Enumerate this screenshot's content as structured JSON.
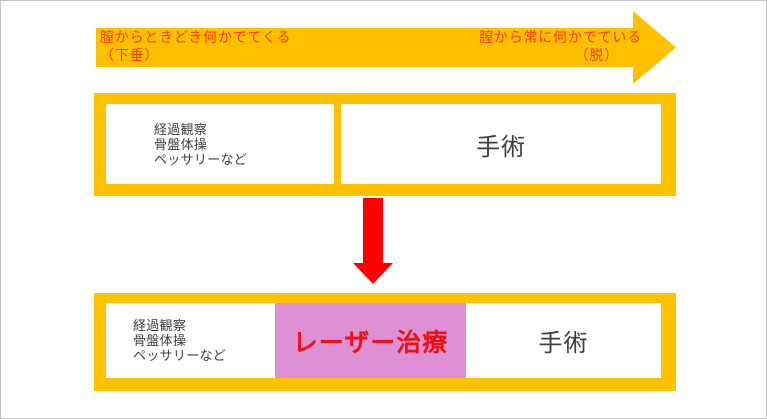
{
  "colors": {
    "gold": "#FFC000",
    "axis_text": "#F53C00",
    "laser_panel_pink": "#DD90D3",
    "laser_text_red": "#EE1111",
    "down_arrow_red": "#FF0000",
    "body_text": "#404040",
    "canvas_border": "#C4C4C4"
  },
  "severity_axis": {
    "left_label_line1": "膣からときどき何かでてくる",
    "left_label_line2": "（下垂）",
    "right_label_line1": "膣から常に何かでている",
    "right_label_line2": "（脱）"
  },
  "box_top": {
    "conservative": [
      "経過観察",
      "骨盤体操",
      "ペッサリーなど"
    ],
    "surgery": "手術"
  },
  "box_bottom": {
    "conservative": [
      "経過観察",
      "骨盤体操",
      "ペッサリーなど"
    ],
    "laser": "レーザー治療",
    "surgery": "手術"
  }
}
